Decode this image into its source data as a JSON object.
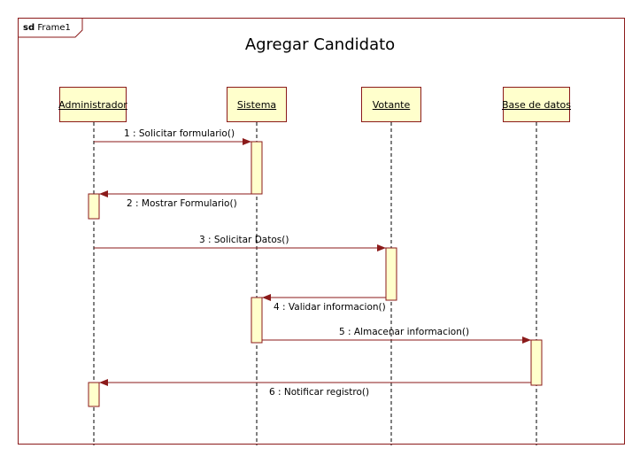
{
  "frame": {
    "kind": "sd",
    "name": "Frame1"
  },
  "title": "Agregar Candidato",
  "lifelines": [
    {
      "name": "Administrador"
    },
    {
      "name": "Sistema"
    },
    {
      "name": "Votante"
    },
    {
      "name": "Base de datos"
    }
  ],
  "messages": [
    {
      "label": "1 : Solicitar formulario()",
      "from": "Administrador",
      "to": "Sistema"
    },
    {
      "label": "2 : Mostrar Formulario()",
      "from": "Sistema",
      "to": "Administrador"
    },
    {
      "label": "3 : Solicitar Datos()",
      "from": "Administrador",
      "to": "Votante"
    },
    {
      "label": "4 : Validar informacion()",
      "from": "Votante",
      "to": "Sistema"
    },
    {
      "label": "5 : Almacenar informacion()",
      "from": "Sistema",
      "to": "Base de datos"
    },
    {
      "label": "6 : Notificar registro()",
      "from": "Base de datos",
      "to": "Administrador"
    }
  ],
  "colors": {
    "line": "#8b1a1a",
    "box_fill": "#ffffcc"
  }
}
